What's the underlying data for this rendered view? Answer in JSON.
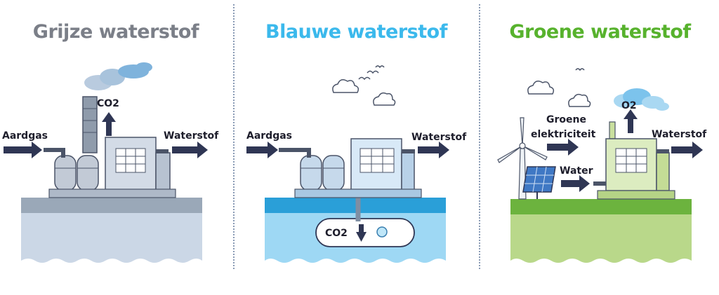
{
  "colors": {
    "grey": "#7b7f88",
    "blue": "#3bb9ec",
    "green": "#57b22d",
    "arrow": "#2f3654",
    "outline": "#2f3654"
  },
  "panels": [
    {
      "title": "Grijze waterstof",
      "labels": {
        "input": "Aardgas",
        "output": "Waterstof",
        "emission": "CO2"
      }
    },
    {
      "title": "Blauwe waterstof",
      "labels": {
        "input": "Aardgas",
        "output": "Waterstof",
        "storage": "CO2"
      }
    },
    {
      "title": "Groene waterstof",
      "labels": {
        "input_line1": "Groene",
        "input_line2": "elektriciteit",
        "water": "Water",
        "emission": "O2",
        "output": "Waterstof"
      }
    }
  ]
}
